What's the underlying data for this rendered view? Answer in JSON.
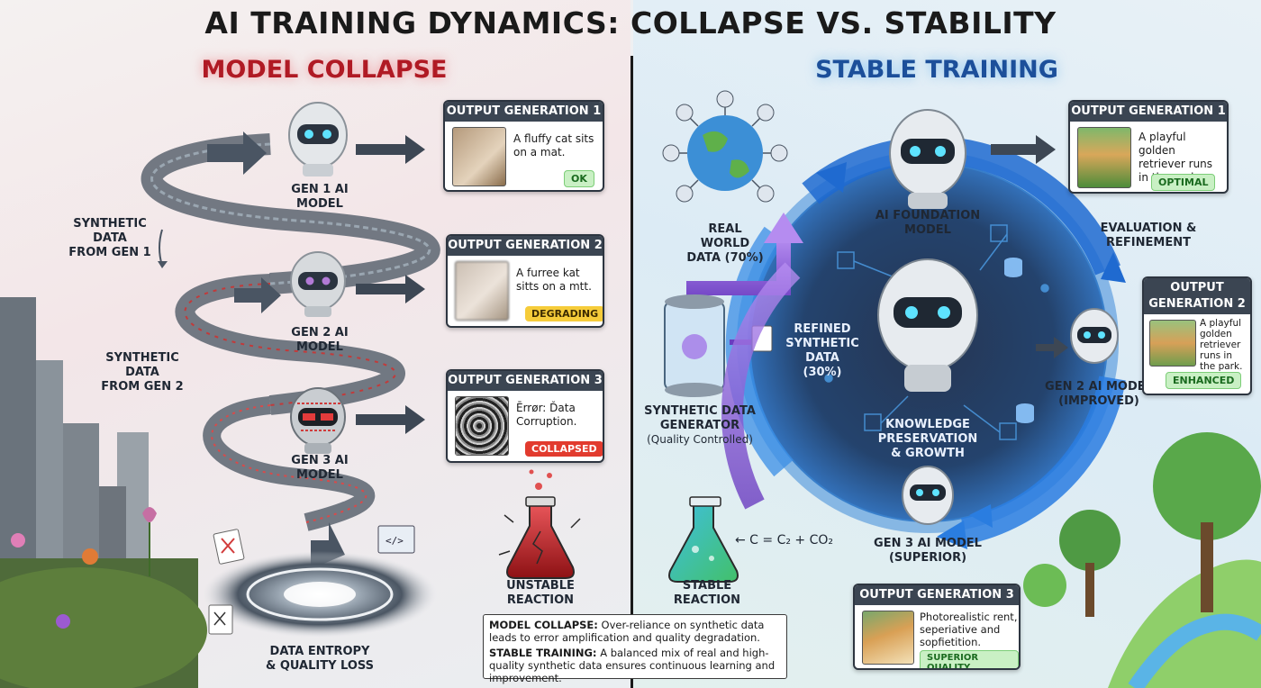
{
  "title": "AI TRAINING DYNAMICS: COLLAPSE VS. STABILITY",
  "collapse": {
    "heading": "MODEL COLLAPSE",
    "gen1_label": "GEN 1 AI MODEL",
    "gen2_label": "GEN 2 AI MODEL",
    "gen3_label": "GEN 3 AI MODEL",
    "synthetic1": "SYNTHETIC DATA\nFROM GEN 1",
    "synthetic2": "SYNTHETIC DATA\nFROM GEN 2",
    "entropy": "DATA ENTROPY\n& QUALITY LOSS",
    "reaction": "UNSTABLE\nREACTION",
    "outputs": [
      {
        "header": "OUTPUT GENERATION 1",
        "text": "A fluffy cat sits on a mat.",
        "badge": "OK"
      },
      {
        "header": "OUTPUT GENERATION 2",
        "text": "A furree kat sitts on a mtt.",
        "badge": "DEGRADING"
      },
      {
        "header": "OUTPUT GENERATION 3",
        "text": "Ērrør: Ďata Corruption.",
        "badge": "COLLAPSED"
      }
    ]
  },
  "stable": {
    "heading": "STABLE TRAINING",
    "foundation": "AI FOUNDATION\nMODEL",
    "real_world": "REAL WORLD\nDATA (70%)",
    "evaluation": "EVALUATION &\nREFINEMENT",
    "refined": "REFINED\nSYNTHETIC\nDATA\n(30%)",
    "generator": "SYNTHETIC DATA\nGENERATOR",
    "generator_sub": "(Quality Controlled)",
    "knowledge": "KNOWLEDGE\nPRESERVATION\n& GROWTH",
    "gen2": "GEN 2 AI MODEL\n(IMPROVED)",
    "gen3": "GEN 3 AI MODEL\n(SUPERIOR)",
    "reaction": "STABLE\nREACTION",
    "formula": "← C = C₂ + CO₂",
    "outputs": [
      {
        "header": "OUTPUT GENERATION 1",
        "text": "A playful golden retriever runs in the park.",
        "badge": "OPTIMAL"
      },
      {
        "header": "OUTPUT\nGENERATION 2",
        "text": "A playful golden retriever runs in the park.",
        "badge": "ENHANCED"
      },
      {
        "header": "OUTPUT GENERATION 3",
        "text": "Photorealistic rent, seperiative and sopfietition.",
        "badge": "SUPERIOR QUALITY"
      }
    ]
  },
  "note": {
    "collapse_label": "MODEL COLLAPSE:",
    "collapse_text": " Over-reliance on synthetic data leads to error amplification and quality degradation.",
    "stable_label": "STABLE TRAINING:",
    "stable_text": " A balanced mix of real and high-quality synthetic data ensures continuous learning and improvement."
  },
  "colors": {
    "collapse_accent": "#b01a24",
    "stable_accent": "#1c4f9a",
    "ok_green": "#1a6a1f",
    "degrading_yellow": "#f6cc3a",
    "collapsed_red": "#e23b2e"
  }
}
